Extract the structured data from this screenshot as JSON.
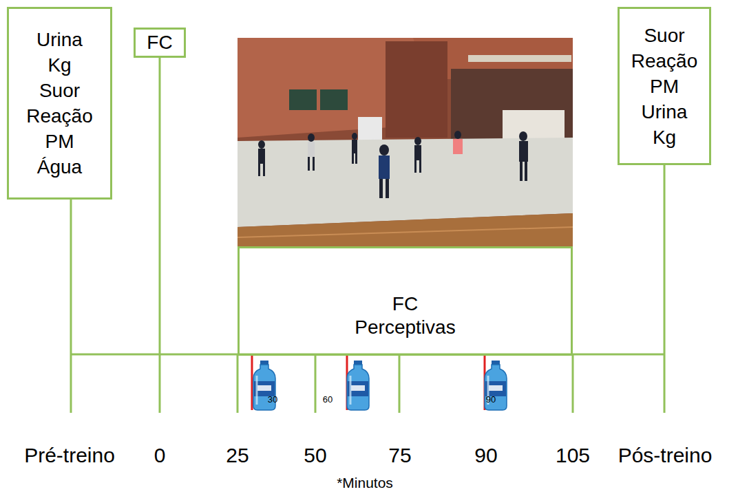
{
  "diagram": {
    "nodes": [
      {
        "text": [
          "Urina",
          "Kg",
          "Suor",
          "Reação",
          "PM",
          "Água"
        ]
      },
      {
        "text": [
          "FC"
        ]
      },
      {
        "text": [
          "FC",
          "Perceptivas"
        ]
      },
      {
        "text": [
          "Suor",
          "Reação",
          "PM",
          "Urina",
          "Kg"
        ]
      }
    ],
    "labels": [
      "30",
      "60",
      "90",
      "Pré-treino",
      "0",
      "25",
      "50",
      "75",
      "90",
      "105",
      "Pós-treino",
      "*Minutos"
    ]
  }
}
